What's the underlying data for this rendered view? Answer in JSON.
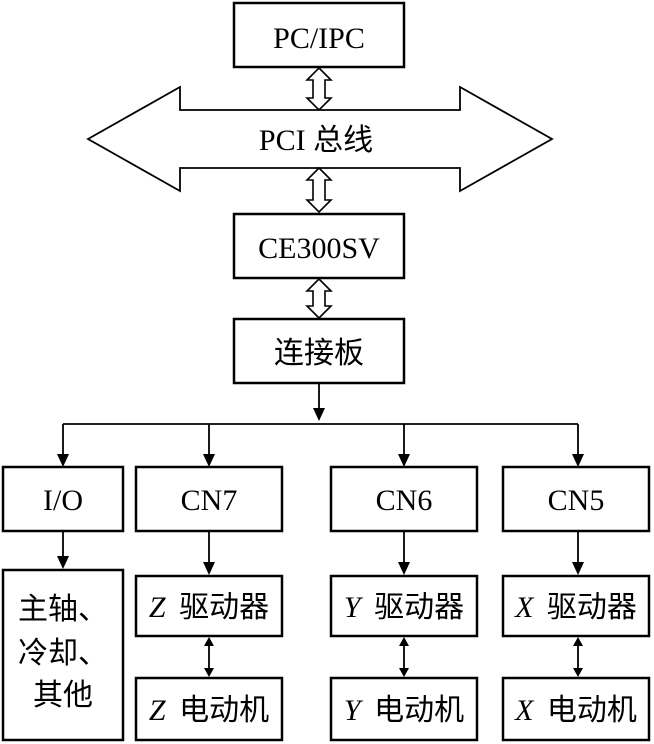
{
  "pc_box": {
    "label": "PC/IPC"
  },
  "bus": {
    "label": "PCI 总线"
  },
  "card_box": {
    "label": "CE300SV"
  },
  "board_box": {
    "label": "连接板"
  },
  "ports": {
    "io": {
      "label": "I/O"
    },
    "cn7": {
      "label": "CN7"
    },
    "cn6": {
      "label": "CN6"
    },
    "cn5": {
      "label": "CN5"
    }
  },
  "io_targets": {
    "lines": [
      "主轴、",
      "冷却、",
      "其他"
    ]
  },
  "drivers": {
    "z": {
      "axis": "Z",
      "label": "驱动器"
    },
    "y": {
      "axis": "Y",
      "label": "驱动器"
    },
    "x": {
      "axis": "X",
      "label": "驱动器"
    }
  },
  "motors": {
    "z": {
      "axis": "Z",
      "label": "电动机"
    },
    "y": {
      "axis": "Y",
      "label": "电动机"
    },
    "x": {
      "axis": "X",
      "label": "电动机"
    }
  }
}
